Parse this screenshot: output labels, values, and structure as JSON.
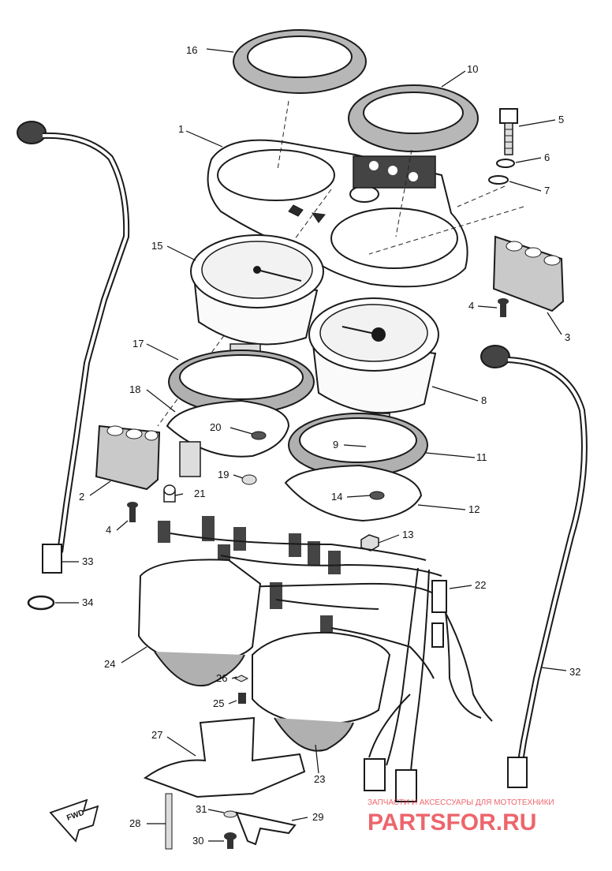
{
  "callouts": [
    {
      "n": "1"
    },
    {
      "n": "2"
    },
    {
      "n": "3"
    },
    {
      "n": "4"
    },
    {
      "n": "4"
    },
    {
      "n": "5"
    },
    {
      "n": "6"
    },
    {
      "n": "7"
    },
    {
      "n": "8"
    },
    {
      "n": "9"
    },
    {
      "n": "10"
    },
    {
      "n": "11"
    },
    {
      "n": "12"
    },
    {
      "n": "13"
    },
    {
      "n": "14"
    },
    {
      "n": "15"
    },
    {
      "n": "16"
    },
    {
      "n": "17"
    },
    {
      "n": "18"
    },
    {
      "n": "19"
    },
    {
      "n": "20"
    },
    {
      "n": "21"
    },
    {
      "n": "22"
    },
    {
      "n": "23"
    },
    {
      "n": "24"
    },
    {
      "n": "25"
    },
    {
      "n": "26"
    },
    {
      "n": "27"
    },
    {
      "n": "28"
    },
    {
      "n": "29"
    },
    {
      "n": "30"
    },
    {
      "n": "31"
    },
    {
      "n": "32"
    },
    {
      "n": "33"
    },
    {
      "n": "34"
    }
  ],
  "fwd_label": "FWD",
  "watermark": {
    "tagline": "ЗАПЧАСТИ И АКСЕССУАРЫ ДЛЯ МОТОТЕХНИКИ",
    "brand": "PARTSFOR.RU",
    "color": "#e8323c"
  }
}
